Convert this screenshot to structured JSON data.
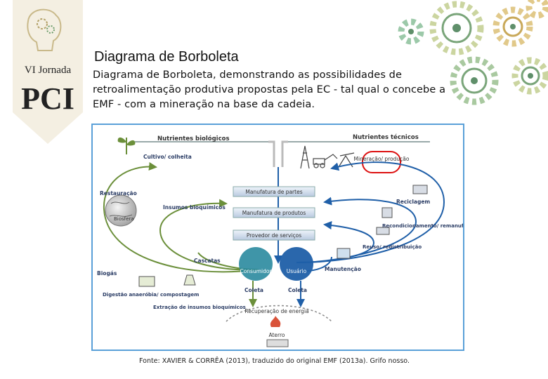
{
  "slide": {
    "title": "Diagrama de Borboleta",
    "description": "Diagrama de Borboleta, demonstrando as possibilidades de retroalimentação produtiva propostas pela EC - tal qual o concebe a EMF - com a mineração na base da cadeia.",
    "caption": "Fonte: XAVIER & CORRÊA (2013), traduzido do original EMF (2013a). Grifo nosso."
  },
  "logo": {
    "line1": "VI Jornada",
    "line2": "PCI"
  },
  "diagram": {
    "biological_nutrients": "Nutrientes biológicos",
    "technical_nutrients": "Nutrientes técnicos",
    "farming": "Cultivo/ colheita",
    "restoration": "Restauração",
    "biosphere": "Biosfera",
    "biochemical_inputs": "Insumos bioquímicos",
    "cascades": "Cascatas",
    "biogas": "Biogás",
    "anaerobic_digestion": "Digestão anaeróbia/ compostagem",
    "extraction": "Extração de insumos bioquímicos",
    "mining": "Mineração/ produção",
    "parts_manufacturing": "Manufatura de partes",
    "product_manufacturing": "Manufatura de produtos",
    "service_provider": "Provedor de serviços",
    "consumer": "Consumidor",
    "user": "Usuário",
    "maintenance": "Manutenção",
    "reuse": "Reuso/ redistribuição",
    "refurbish": "Recondicionamento/ remanufatura",
    "recycling": "Reciclagem",
    "collection_left": "Coleta",
    "collection_right": "Coleta",
    "energy_recovery": "Recuperação de energia",
    "landfill": "Aterro"
  }
}
